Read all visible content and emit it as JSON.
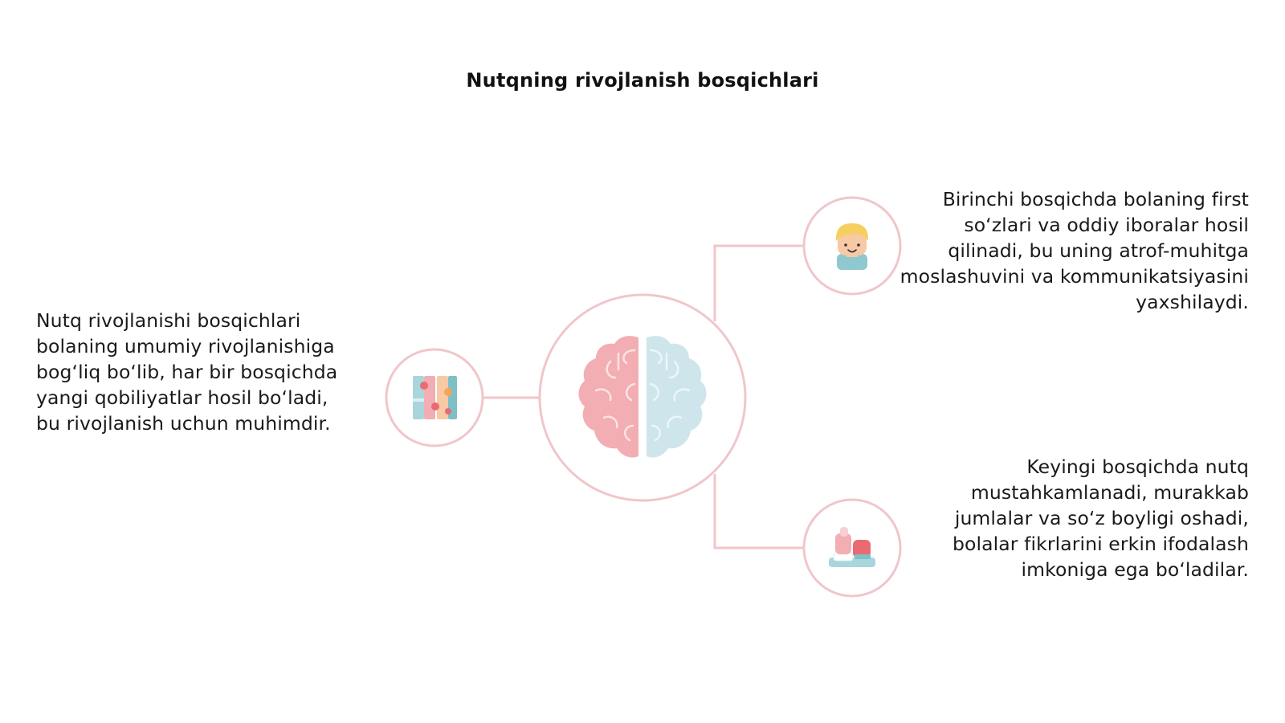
{
  "slide": {
    "title": "Nutqning rivojlanish bosqichlari",
    "left_text": "Nutq rivojlanishi bosqichlari bolaning umumiy rivojlanishiga bog‘liq bo‘lib, har bir bosqichda yangi qobiliyatlar hosil bo‘ladi, bu rivojlanish uchun muhimdir.",
    "top_right_text": "Birinchi bosqichda bolaning first so‘zlari va oddiy iboralar hosil qilinadi, bu uning atrof-muhitga moslashuvini va kommunikatsiyasini yaxshilaydi.",
    "bottom_right_text": "Keyingi bosqichda nutq mustahkamlanadi, murakkab jumlalar va so‘z boyligi oshadi, bolalar fikrlarini erkin ifodalash imkoniga ega bo‘ladilar."
  },
  "icons": {
    "center": "brain-icon",
    "left": "puzzle-icon",
    "top_right": "child-face-icon",
    "bottom_right": "toy-blocks-icon"
  },
  "colors": {
    "connector": "#f2c4c8",
    "circle_stroke": "#f0c6ca",
    "brain_left": "#f2aeb3",
    "brain_right": "#cfe5ec",
    "hair": "#f5d060",
    "skin": "#f7c9a5",
    "shirt": "#8fc8cf",
    "accent_red": "#ea6a72",
    "accent_teal": "#7fbfc6"
  }
}
